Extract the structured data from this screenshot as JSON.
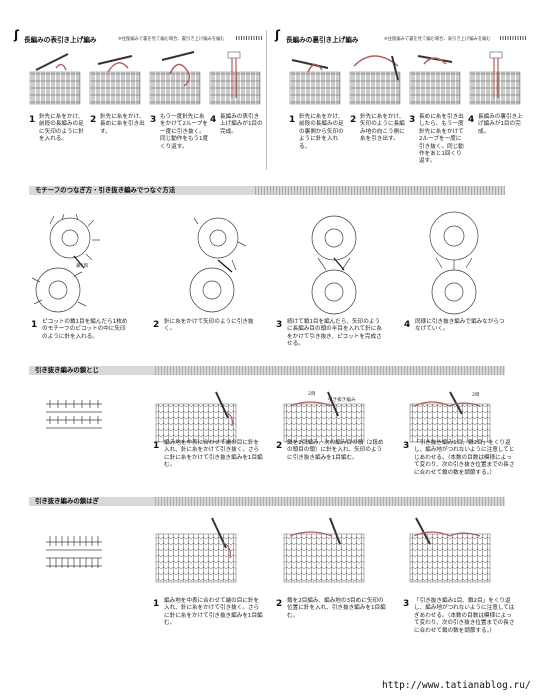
{
  "page": {
    "corner_number": ""
  },
  "sec1": {
    "title": "長編みの表引き上げ編み",
    "note": "※往復編みで裏を見て編む場合、裏引き上げ編みを編む",
    "steps": [
      {
        "num": "1",
        "text": "針先に糸をかけ、前段の長編みの足に矢印のように針を入れる。"
      },
      {
        "num": "2",
        "text": "針先に糸をかけ、長めに糸を引き出す。"
      },
      {
        "num": "3",
        "text": "もう一度針先に糸をかけて2ループを一度に引き抜く。同じ動作をもう1度くり返す。"
      },
      {
        "num": "4",
        "text": "長編みの表引き上げ編みが1目の完成。"
      }
    ]
  },
  "sec2": {
    "title": "長編みの裏引き上げ編み",
    "note": "※往復編みで裏を見て編む場合、表引き上げ編みを編む",
    "steps": [
      {
        "num": "1",
        "text": "針先に糸をかけ、前段の長編みの足の裏側から矢印のように針を入れる。"
      },
      {
        "num": "2",
        "text": "針先に糸をかけ、矢印のように長編み地の向こう側に糸を引き出す。"
      },
      {
        "num": "3",
        "text": "長めに糸を引き出したら、もう一度針先に糸をかけて2ループを一度に引き抜く。同じ動作をあと1回くり返す。"
      },
      {
        "num": "4",
        "text": "長編みの裏引き上げ編みが1目の完成。"
      }
    ]
  },
  "sec3": {
    "title": "モチーフのつなぎ方・引き抜き編みでつなぐ方法",
    "label": "鎖1目",
    "steps": [
      {
        "num": "1",
        "text": "ピコットの鎖1目を編んだら1枚めのモチーフのピコットの中に矢印のように針を入れる。"
      },
      {
        "num": "2",
        "text": "針に糸をかけて矢印のように引き抜く。"
      },
      {
        "num": "3",
        "text": "続けて鎖1目を編んだら、矢印のように長編み目の頭の半目を入れて針に糸をかけて引き抜き、ピコットを完成させる。"
      },
      {
        "num": "4",
        "text": "同様に引き抜き編みで編みながらつなげていく。"
      }
    ]
  },
  "sec4": {
    "title": "引き抜き編みの鎖とじ",
    "labels": [
      "2目",
      "引き抜き編み",
      "2目"
    ],
    "steps": [
      {
        "num": "1",
        "text": "編み地を中表に合わせて端の目に針を入れ、針に糸をかけて引き抜く。さらに針に糸をかけて引き抜き編みを1目編む。"
      },
      {
        "num": "2",
        "text": "鎖を2目編み、次の編み目の頭（2段めの頭目の頭）に針を入れ、矢印のように引き抜き編みを1目編む。"
      },
      {
        "num": "3",
        "text": "「引き抜き編み1目、鎖2目」をくり返し、編み地がつれないように注意してとじあわせる。（本数の目数は模様によって変わり、次の引き抜き位置までの長さに合わせて鎖の数を調節する。）"
      }
    ]
  },
  "sec5": {
    "title": "引き抜き編みの鎖はぎ",
    "steps": [
      {
        "num": "1",
        "text": "編み地を中表に合わせて端の目に針を入れ、針に糸をかけて引き抜く。さらに針に糸をかけて引き抜き編みを1目編む。"
      },
      {
        "num": "2",
        "text": "鎖を2目編み、編み地の3目めに矢印の位置に針を入れ、引き抜き編みを1目編む。"
      },
      {
        "num": "3",
        "text": "「引き抜き編み1目、鎖2目」をくり返し、編み地がつれないように注意してはぎあわせる。（本数の目数は模様によって変わり、次の引き抜き位置までの長さに合わせて鎖の数を調節する。）"
      }
    ]
  },
  "watermark": "http://www.tatianablog.ru/",
  "colors": {
    "accent_yarn": "#b05a5a",
    "bar": "#d8d8d8",
    "ink": "#222222"
  }
}
